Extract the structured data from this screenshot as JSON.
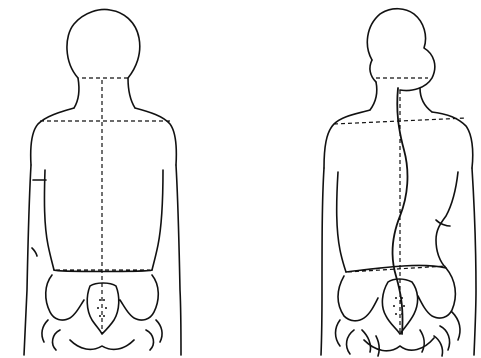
{
  "figures": [
    {
      "id": "normal-spine",
      "spine": "straight"
    },
    {
      "id": "scoliosis-spine",
      "spine": "s-curve"
    }
  ],
  "colors": {
    "ink": "#111111",
    "background": "#ffffff"
  }
}
